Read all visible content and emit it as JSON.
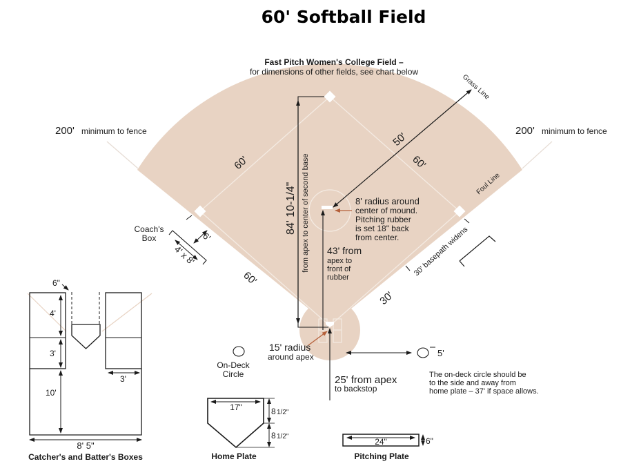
{
  "title": "60' Softball Field",
  "colors": {
    "field": "#e8d3c3",
    "line": "#f4ebe3",
    "ink": "#1a1a1a",
    "arrow_accent": "#b5603a"
  },
  "field": {
    "heading": "Fast Pitch Women's College Field –",
    "subheading": "for dimensions of other fields, see chart below",
    "grass_line": "Grass Line",
    "foul_line": "Foul Line",
    "fence_left": {
      "value": "200'",
      "text": "minimum to fence"
    },
    "fence_right": {
      "value": "200'",
      "text": "minimum to fence"
    },
    "base_paths": {
      "first_to_second": "60'",
      "second_to_third": "60'",
      "third_to_home": "60'",
      "home_to_first": "30'"
    },
    "grass_dist": "50'",
    "second_base_dist": {
      "value": "84' 10-1/4\"",
      "text": "from apex to center of second base"
    },
    "mound": [
      "8' radius around",
      "center of mound.",
      "Pitching rubber",
      "is set 18\" back",
      "from center."
    ],
    "rubber_dist": [
      "43' from",
      "apex to",
      "front of",
      "rubber"
    ],
    "basepath_widens": "30' basepath widens",
    "coach_box": {
      "label_1": "Coach's",
      "label_2": "Box",
      "size": "4' x 8'",
      "offset": "6'"
    },
    "apex_radius": [
      "15' radius",
      "around apex"
    ],
    "backstop": [
      "25' from apex",
      "to backstop"
    ],
    "on_deck": {
      "label_1": "On-Deck",
      "label_2": "Circle",
      "diameter": "5'",
      "note": [
        "The on-deck circle should be",
        "to the side and away from",
        "home plate – 37' if space allows."
      ]
    }
  },
  "boxes": {
    "caption": "Catcher's and Batter's Boxes",
    "gap": "6\"",
    "box_top": "4'",
    "box_bottom": "3'",
    "box_width": "3'",
    "catcher_depth": "10'",
    "total_width": "8' 5\""
  },
  "home_plate": {
    "caption": "Home Plate",
    "width": "17\"",
    "upper": "8",
    "lower": "8",
    "fraction": "1/2\""
  },
  "pitching_plate": {
    "caption": "Pitching Plate",
    "width": "24\"",
    "height": "6\""
  }
}
